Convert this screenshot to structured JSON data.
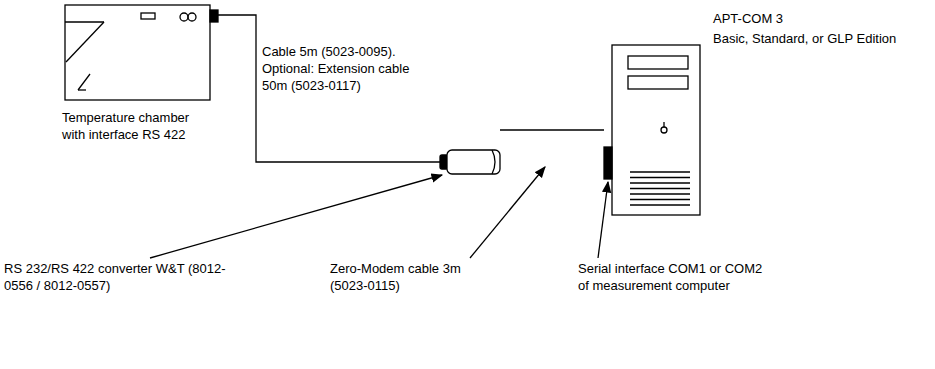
{
  "diagram": {
    "nodes": [
      {
        "text": [
          "Temperature chamber with interface RS 422"
        ]
      },
      {
        "text": [
          "RS 232/RS 422 converter W&T (8012-0556 / 8012-0557)"
        ]
      },
      {
        "text": [
          "APT-COM 3",
          "Basic, Standard, or GLP Edition"
        ]
      }
    ],
    "edges": [
      {
        "from": 0,
        "to": 1,
        "arrow": "none",
        "label": "Cable 5m (5023-0095). Optional: Extension cable 50m (5023-0117)"
      },
      {
        "from": 1,
        "to": 2,
        "arrow": "none",
        "label": "Zero-Modem cable 3m (5023-0115)"
      }
    ],
    "labels": [
      "Serial interface COM1 or COM2 of measurement computer"
    ]
  }
}
